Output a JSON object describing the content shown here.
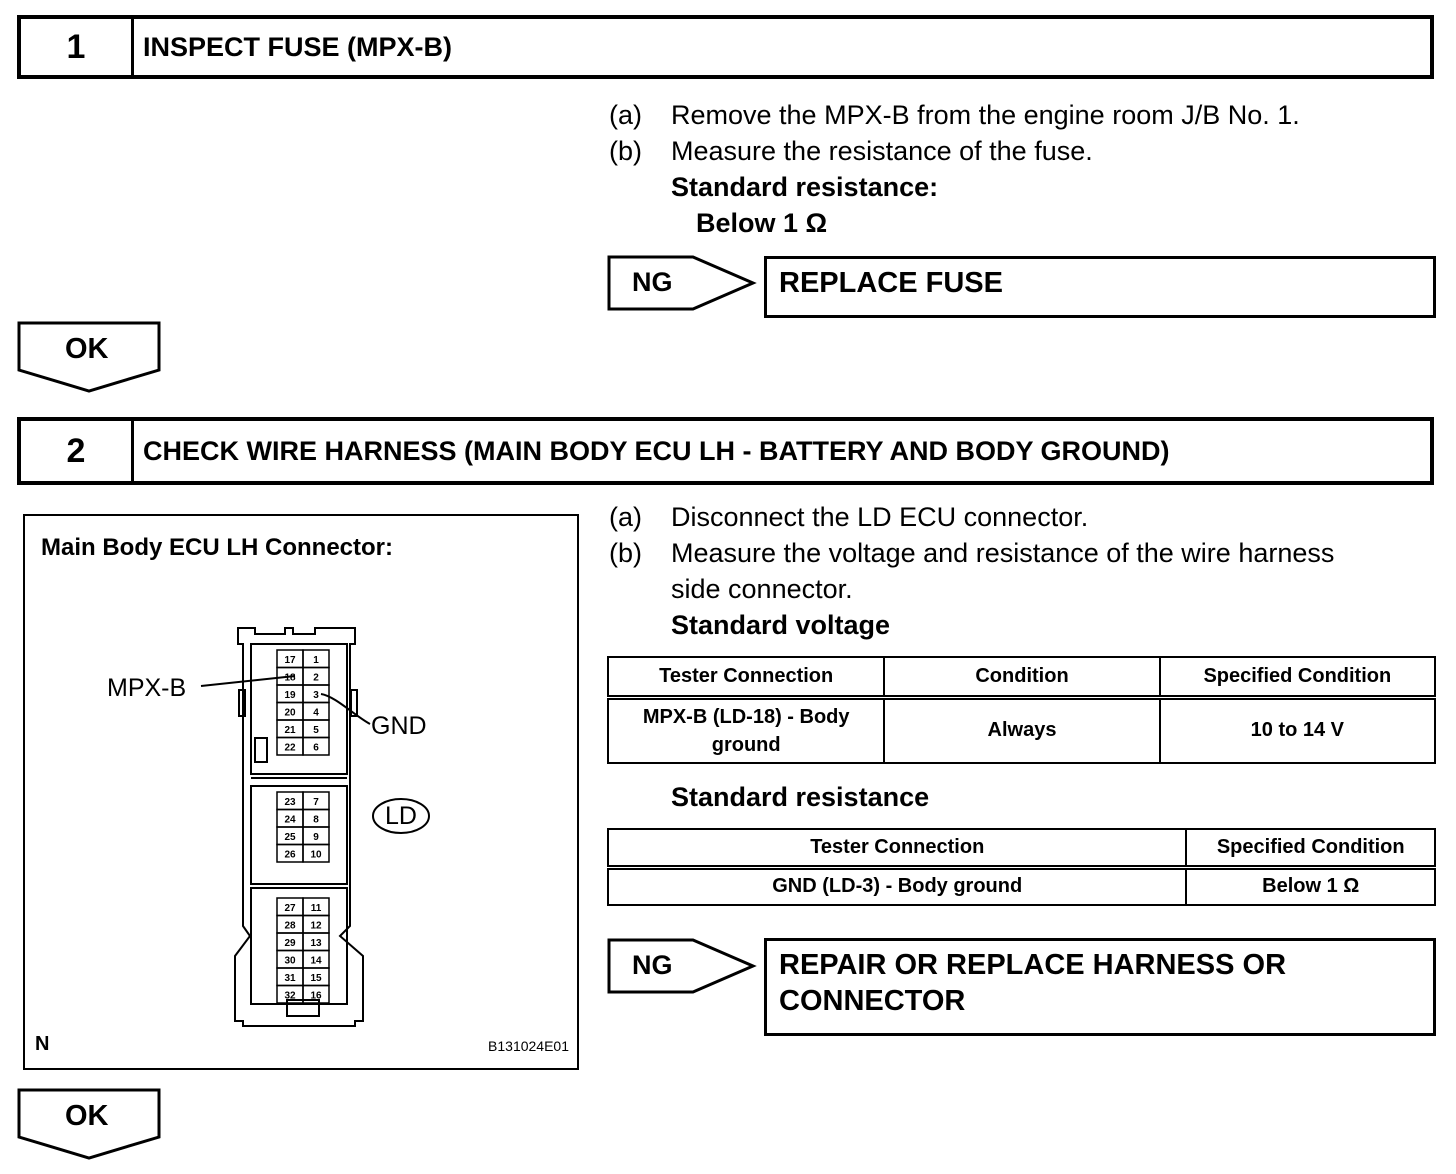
{
  "step1": {
    "number": "1",
    "title": "INSPECT FUSE (MPX-B)",
    "instructions": [
      {
        "label": "(a)",
        "text": "Remove the MPX-B from the engine room J/B No. 1."
      },
      {
        "label": "(b)",
        "text": "Measure the resistance of the fuse."
      }
    ],
    "standard_heading": "Standard resistance:",
    "standard_value": "Below 1 Ω",
    "ng_label": "NG",
    "ng_result": "REPLACE FUSE",
    "ok_label": "OK"
  },
  "step2": {
    "number": "2",
    "title": "CHECK WIRE HARNESS (MAIN BODY ECU LH - BATTERY AND BODY GROUND)",
    "instructions": [
      {
        "label": "(a)",
        "text": "Disconnect the LD ECU connector."
      },
      {
        "label": "(b)",
        "text": "Measure the voltage and resistance of the wire harness",
        "text2": "side connector."
      }
    ],
    "voltage_heading": "Standard voltage",
    "voltage_table": {
      "headers": [
        "Tester Connection",
        "Condition",
        "Specified Condition"
      ],
      "rows": [
        [
          "MPX-B (LD-18) - Body ground",
          "Always",
          "10 to 14 V"
        ]
      ]
    },
    "resistance_heading": "Standard resistance",
    "resistance_table": {
      "headers": [
        "Tester Connection",
        "Specified Condition"
      ],
      "rows": [
        [
          "GND (LD-3) - Body ground",
          "Below 1 Ω"
        ]
      ]
    },
    "ng_label": "NG",
    "ng_result_line1": "REPAIR OR REPLACE HARNESS OR",
    "ng_result_line2": "CONNECTOR",
    "ok_label": "OK"
  },
  "figure": {
    "title": "Main Body ECU LH Connector:",
    "label_mpxb": "MPX-B",
    "label_gnd": "GND",
    "label_ld": "LD",
    "corner_letter": "N",
    "figure_code": "B131024E01",
    "pins_left": [
      "17",
      "18",
      "19",
      "20",
      "21",
      "22",
      "23",
      "24",
      "25",
      "26",
      "27",
      "28",
      "29",
      "30",
      "31",
      "32"
    ],
    "pins_right": [
      "1",
      "2",
      "3",
      "4",
      "5",
      "6",
      "7",
      "8",
      "9",
      "10",
      "11",
      "12",
      "13",
      "14",
      "15",
      "16"
    ]
  }
}
